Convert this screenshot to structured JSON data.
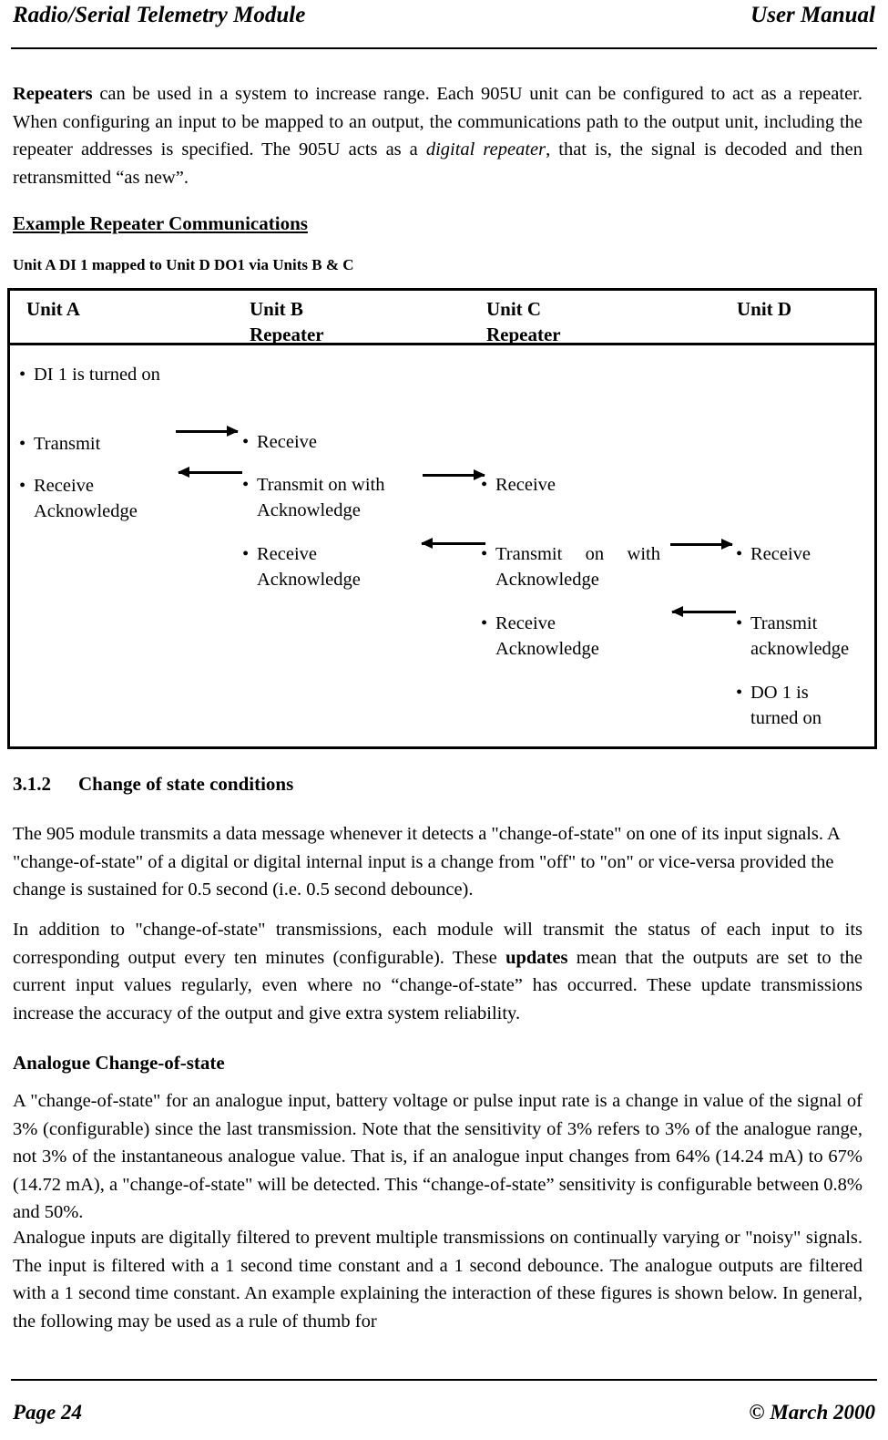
{
  "header": {
    "left_title": "Radio/Serial Telemetry Module",
    "right_title": "User Manual"
  },
  "footer": {
    "page_label": "Page 24",
    "copyright": "©  March 2000"
  },
  "intro": {
    "lead_bold": "Repeaters",
    "text_1": " can be used in a system to increase range.  Each 905U unit can be configured to act as a repeater.  When configuring an input to be mapped to an output, the communications path to the output unit, including the repeater addresses is specified.  The 905U acts as a ",
    "emphasis": "digital repeater",
    "text_2": ", that is, the signal is decoded and then retransmitted “as new”."
  },
  "example_heading": "Example Repeater Communications",
  "table_caption": "Unit A DI 1 mapped to Unit D DO1 via Units B & C",
  "table": {
    "columns": [
      {
        "title": "Unit A",
        "subtitle": ""
      },
      {
        "title": "Unit B",
        "subtitle": "Repeater"
      },
      {
        "title": "Unit C",
        "subtitle": "Repeater"
      },
      {
        "title": "Unit D",
        "subtitle": ""
      }
    ],
    "unit_a": [
      "DI 1 is turned on",
      "Transmit",
      "Receive Acknowledge"
    ],
    "unit_b": [
      "Receive",
      "Transmit on with Acknowledge",
      "Receive Acknowledge"
    ],
    "unit_c": [
      "Receive",
      "Transmit on with Acknowledge",
      "Receive Acknowledge"
    ],
    "unit_d": [
      "Receive",
      "Transmit acknowledge",
      "DO 1 is turned on"
    ],
    "arrows": [
      {
        "name": "arrow-a-to-b",
        "direction": "right"
      },
      {
        "name": "arrow-b-to-a",
        "direction": "left"
      },
      {
        "name": "arrow-b-to-c",
        "direction": "right"
      },
      {
        "name": "arrow-c-to-b",
        "direction": "left"
      },
      {
        "name": "arrow-c-to-d",
        "direction": "right"
      },
      {
        "name": "arrow-d-to-c",
        "direction": "left"
      }
    ]
  },
  "section": {
    "number": "3.1.2",
    "title": "Change of state conditions"
  },
  "cos_paragraph": "The 905 module transmits a data message whenever it detects a \"change-of-state\" on one of its input signals. A \"change-of-state\" of a digital or digital internal input is a change from \"off\" to \"on\" or vice-versa provided the change is sustained for 0.5 second (i.e. 0.5 second debounce).",
  "updates_paragraph": {
    "text_1": "In addition to \"change-of-state\" transmissions, each module will transmit the status of each input to its corresponding output every ten minutes (configurable).  These ",
    "bold": "updates",
    "text_2": " mean that the outputs are set to the current input values regularly, even where    no “change-of-state” has occurred. These update transmissions increase the accuracy of the output and give extra system reliability."
  },
  "analogue_heading": "Analogue Change-of-state",
  "analogue_paragraph": "A \"change-of-state\" for an analogue input, battery voltage or pulse input rate is a change in value of the signal of 3% (configurable) since the last transmission.  Note that the sensitivity of 3% refers to 3% of the analogue range, not 3% of the instantaneous analogue value. That is, if an analogue input changes from 64% (14.24 mA) to 67% (14.72 mA), a \"change-of-state\"  will be detected. This “change-of-state” sensitivity is configurable between 0.8% and 50%.",
  "filter_paragraph": "Analogue inputs are digitally filtered to prevent multiple transmissions on continually varying or \"noisy\" signals.  The input is filtered with a 1 second time constant and a 1 second debounce.  The analogue outputs are filtered with a 1 second time constant.  An example explaining the interaction of these figures is shown below.   In general, the following may be used as a rule of thumb for"
}
